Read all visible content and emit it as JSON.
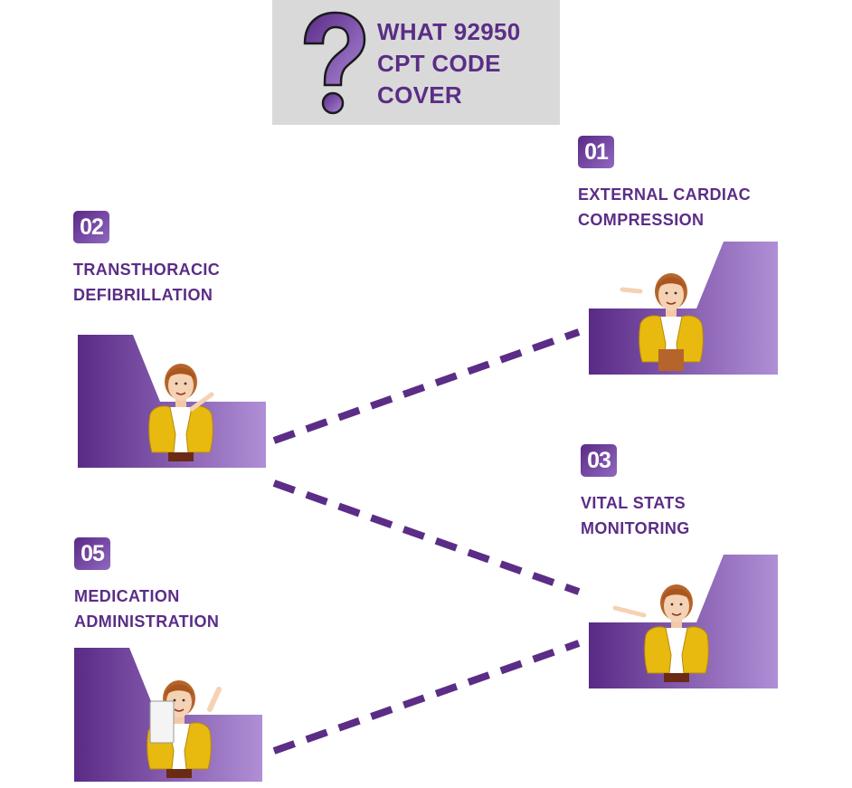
{
  "title": {
    "line1": "WHAT 92950",
    "line2": "CPT CODE",
    "line3": "COVER"
  },
  "steps": [
    {
      "number": "01",
      "line1": "EXTERNAL CARDIAC",
      "line2": "COMPRESSION"
    },
    {
      "number": "02",
      "line1": "TRANSTHORACIC",
      "line2": "DEFIBRILLATION"
    },
    {
      "number": "03",
      "line1": "VITAL STATS",
      "line2": "MONITORING"
    },
    {
      "number": "05",
      "line1": "MEDICATION",
      "line2": "ADMINISTRATION"
    }
  ],
  "colors": {
    "accent": "#5b2d86",
    "gradient_start": "#5a2a86",
    "gradient_end": "#b08fd6",
    "jacket": "#e8b90f",
    "title_bg": "#d9d9d9"
  },
  "icons": [
    "question-mark-icon",
    "person-illustration"
  ]
}
